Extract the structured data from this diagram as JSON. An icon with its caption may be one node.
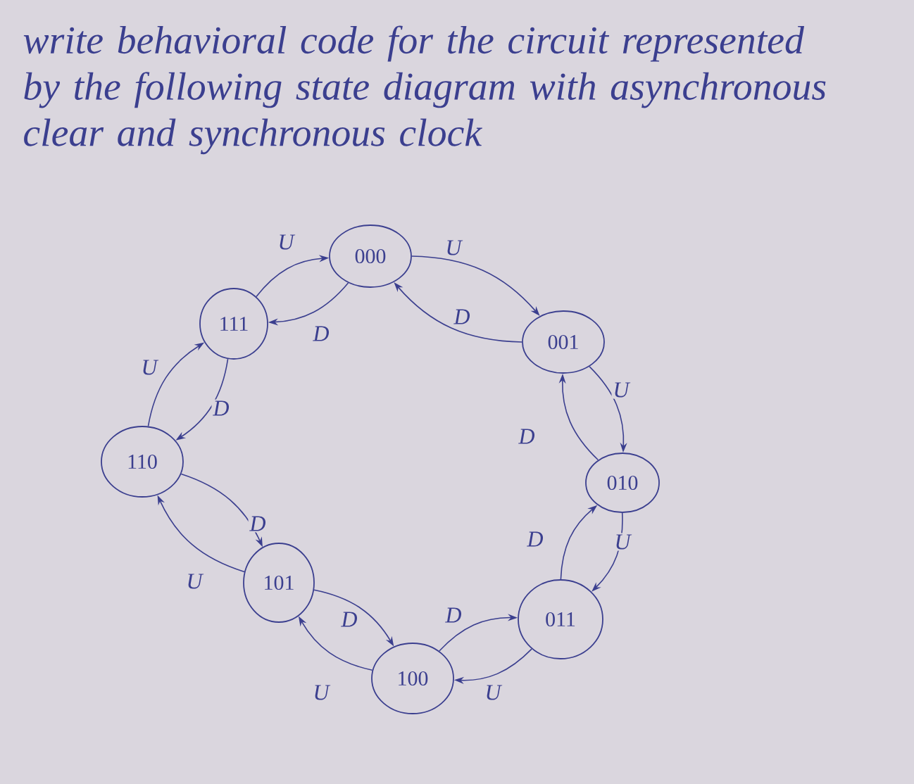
{
  "diagram": {
    "title": "write behavioral code for the circuit represented by the following state diagram with asynchronous clear and synchronous clock",
    "nodes": [
      {
        "text": [
          "000"
        ]
      },
      {
        "text": [
          "111"
        ]
      },
      {
        "text": [
          "001"
        ]
      },
      {
        "text": [
          "110"
        ]
      },
      {
        "text": [
          "010"
        ]
      },
      {
        "text": [
          "101"
        ]
      },
      {
        "text": [
          "011"
        ]
      },
      {
        "text": [
          "100"
        ]
      }
    ],
    "edges": [
      {
        "from": 0,
        "to": 2,
        "arrow": "to",
        "label": "U"
      },
      {
        "from": 2,
        "to": 0,
        "arrow": "to",
        "label": "D"
      },
      {
        "from": 1,
        "to": 0,
        "arrow": "to",
        "label": "U"
      },
      {
        "from": 0,
        "to": 1,
        "arrow": "to",
        "label": "D"
      },
      {
        "from": 3,
        "to": 1,
        "arrow": "to",
        "label": "U"
      },
      {
        "from": 1,
        "to": 3,
        "arrow": "to",
        "label": "D"
      },
      {
        "from": 2,
        "to": 4,
        "arrow": "to",
        "label": "U"
      },
      {
        "from": 4,
        "to": 2,
        "arrow": "to",
        "label": "D"
      },
      {
        "from": 4,
        "to": 6,
        "arrow": "to",
        "label": "U"
      },
      {
        "from": 6,
        "to": 4,
        "arrow": "to",
        "label": "D"
      },
      {
        "from": 6,
        "to": 7,
        "arrow": "to",
        "label": "U"
      },
      {
        "from": 7,
        "to": 6,
        "arrow": "to",
        "label": "D"
      },
      {
        "from": 7,
        "to": 5,
        "arrow": "to",
        "label": "U"
      },
      {
        "from": 5,
        "to": 7,
        "arrow": "to",
        "label": "D"
      },
      {
        "from": 5,
        "to": 3,
        "arrow": "to",
        "label": "U"
      },
      {
        "from": 3,
        "to": 5,
        "arrow": "to",
        "label": "D"
      }
    ]
  }
}
